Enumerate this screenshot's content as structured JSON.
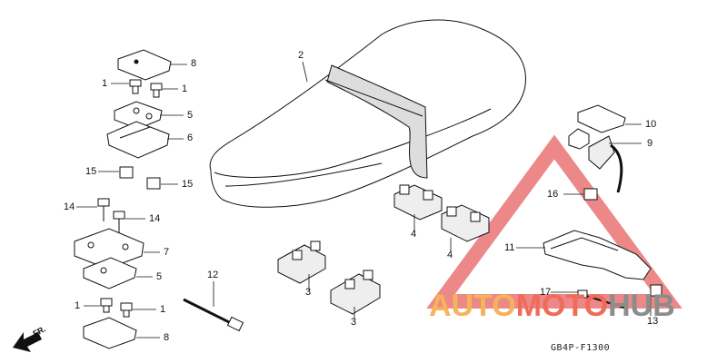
{
  "diagram": {
    "code": "GB4P-F1300",
    "direction_label": "FR.",
    "callouts": [
      "1",
      "1",
      "1",
      "1",
      "2",
      "3",
      "3",
      "4",
      "4",
      "5",
      "5",
      "6",
      "7",
      "8",
      "8",
      "9",
      "10",
      "11",
      "12",
      "13",
      "14",
      "14",
      "15",
      "15",
      "16",
      "17"
    ]
  },
  "watermark": {
    "part1": "AUTO",
    "part2": "MOTO",
    "part3": "HUB",
    "colors": {
      "triangle": "#e85858",
      "auto": "#f5b45a",
      "moto": "#ef6b5b",
      "hub": "#8c8c8c"
    }
  }
}
